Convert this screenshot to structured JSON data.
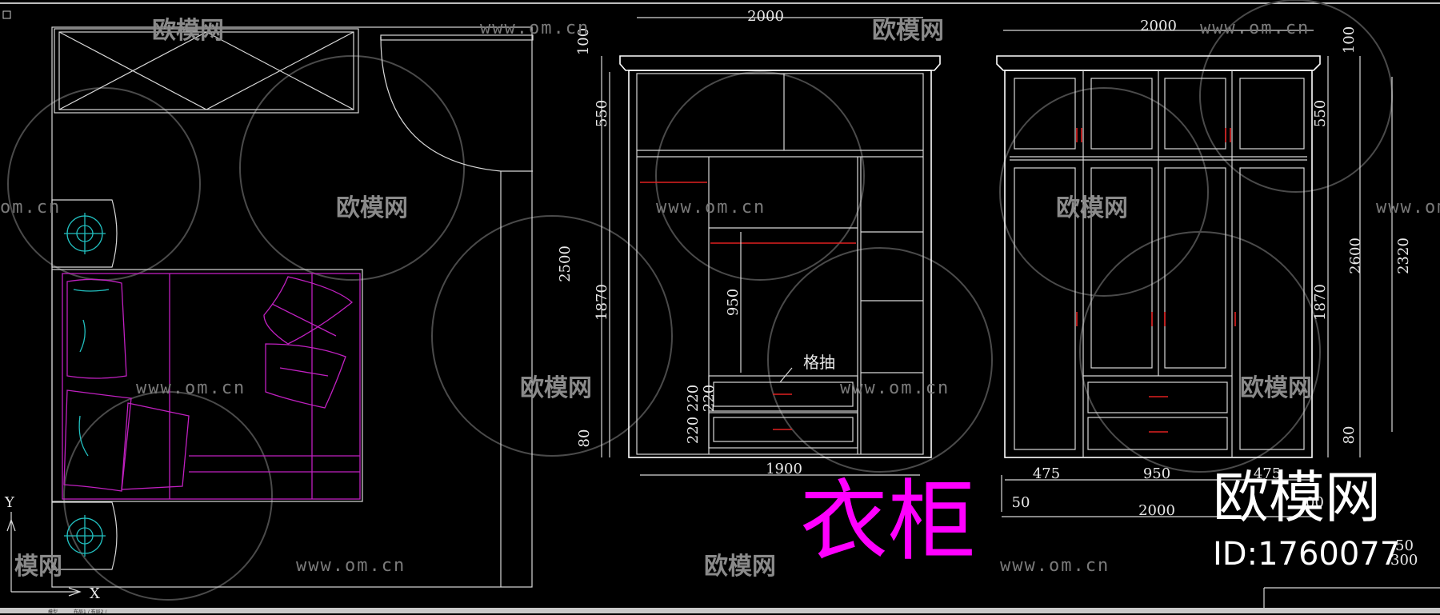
{
  "drawing": {
    "title": "衣柜",
    "interior_elevation": {
      "width_top": "2000",
      "top_height": "100",
      "upper": "550",
      "total": "2500",
      "lower": "1870",
      "hang_height": "950",
      "drawer_a": "220",
      "drawer_b": "220",
      "drawer_c": "220",
      "base": "80",
      "inner_width": "1900",
      "drawer_note": "格抽"
    },
    "front_elevation": {
      "width_top": "2000",
      "top_height": "100",
      "upper": "550",
      "lower": "1870",
      "total": "2600",
      "room_height": "2320",
      "base": "80",
      "left_door": "475",
      "middle_door": "950",
      "right_door": "475",
      "offset": "50",
      "width_bottom": "2000",
      "partial_a": "00",
      "partial_b": "50",
      "partial_c": "300"
    }
  },
  "watermark": {
    "brand_cn": "欧模网",
    "url": "www.om.cn",
    "url_partial": "om.cn",
    "brand_partial": "模网",
    "id_label": "ID:1760077"
  },
  "axes": {
    "x": "X",
    "y": "Y"
  },
  "statusbar": {
    "left": "模型",
    "mid": "布局1 / 布局2 /"
  },
  "colors": {
    "background": "#000000",
    "title": "#ff00ff",
    "lines": "#d8d8d8",
    "furniture": "#c020c0",
    "lamps": "#22c0c0",
    "handles": "#e02020"
  }
}
